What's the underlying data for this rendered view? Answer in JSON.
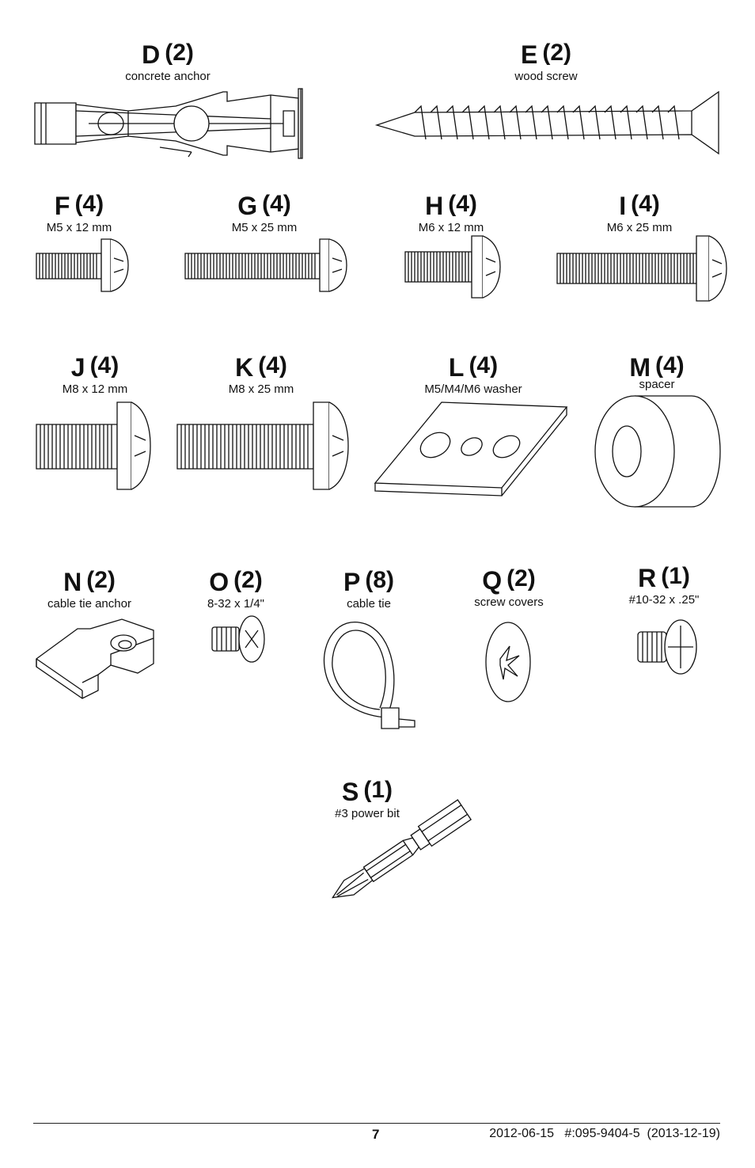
{
  "parts": [
    {
      "id": "D",
      "qty": "(2)",
      "desc": "concrete anchor"
    },
    {
      "id": "E",
      "qty": "(2)",
      "desc": "wood screw"
    },
    {
      "id": "F",
      "qty": "(4)",
      "desc": "M5 x 12 mm"
    },
    {
      "id": "G",
      "qty": "(4)",
      "desc": "M5 x 25 mm"
    },
    {
      "id": "H",
      "qty": "(4)",
      "desc": "M6 x 12 mm"
    },
    {
      "id": "I",
      "qty": "(4)",
      "desc": "M6 x 25 mm"
    },
    {
      "id": "J",
      "qty": "(4)",
      "desc": "M8 x 12 mm"
    },
    {
      "id": "K",
      "qty": "(4)",
      "desc": "M8 x 25 mm"
    },
    {
      "id": "L",
      "qty": "(4)",
      "desc": "M5/M4/M6 washer"
    },
    {
      "id": "M",
      "qty": "(4)",
      "desc": "spacer"
    },
    {
      "id": "N",
      "qty": "(2)",
      "desc": "cable tie anchor"
    },
    {
      "id": "O",
      "qty": "(2)",
      "desc": "8-32 x 1/4\""
    },
    {
      "id": "P",
      "qty": "(8)",
      "desc": "cable tie"
    },
    {
      "id": "Q",
      "qty": "(2)",
      "desc": "screw covers"
    },
    {
      "id": "R",
      "qty": "(1)",
      "desc": "#10-32 x .25\""
    },
    {
      "id": "S",
      "qty": "(1)",
      "desc": "#3 power bit"
    }
  ],
  "footer": {
    "page_number": "7",
    "date": "2012-06-15",
    "doc_number": "#:095-9404-5",
    "revision": "(2013-12-19)"
  },
  "icons": [
    "concrete-anchor-icon",
    "wood-screw-icon",
    "machine-screw-icon",
    "washer-plate-icon",
    "spacer-icon",
    "cable-tie-anchor-icon",
    "flat-head-screw-icon",
    "cable-tie-icon",
    "screw-cover-icon",
    "power-bit-icon"
  ]
}
